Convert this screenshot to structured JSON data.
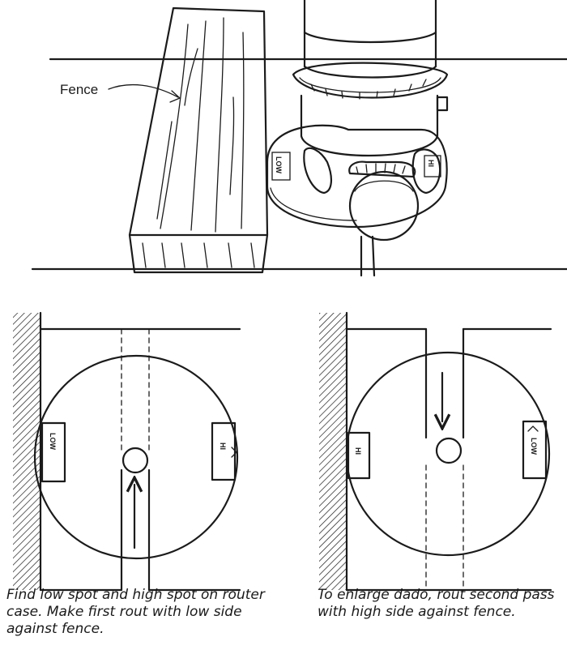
{
  "top_illustration": {
    "fence_label": "Fence",
    "base_labels": {
      "left": "LOW",
      "right": "HI"
    }
  },
  "left_diagram": {
    "low_label": "LOW",
    "hi_label": "HI",
    "caption": "Find low spot and high spot on router case. Make first rout with low side against fence."
  },
  "right_diagram": {
    "hi_label": "HI",
    "low_label": "LOW",
    "caption": "To enlarge dado, rout second pass with high side against fence."
  }
}
